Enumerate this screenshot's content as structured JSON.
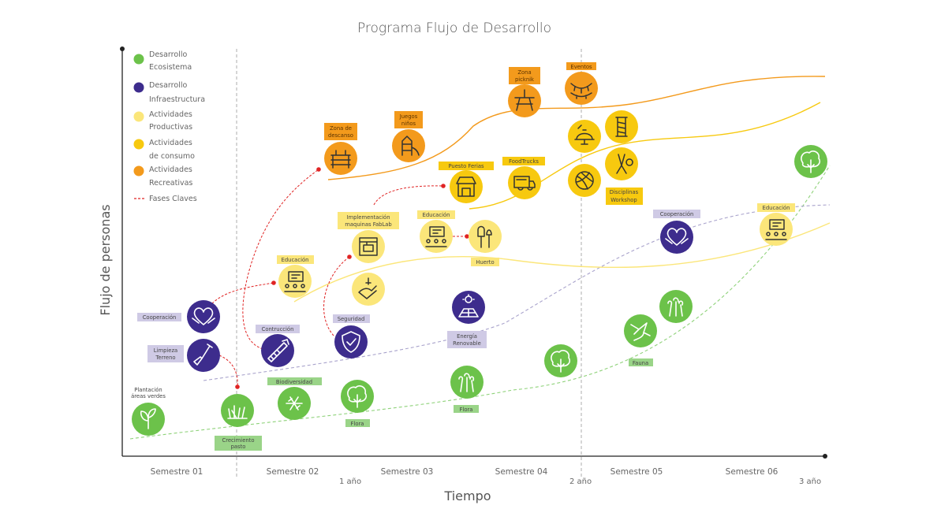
{
  "title": "Programa Flujo de Desarrollo",
  "y_axis_label": "Flujo de personas",
  "x_axis_label": "Tiempo",
  "semesters": [
    "Semestre 01",
    "Semestre 02",
    "Semestre 03",
    "Semestre 04",
    "Semestre 05",
    "Semestre 06"
  ],
  "years": [
    "1 año",
    "2 año",
    "3 año"
  ],
  "legend": [
    {
      "line1": "Desarrollo",
      "line2": "Ecosistema",
      "color": "#6cc24a"
    },
    {
      "line1": "Desarrollo",
      "line2": "Infraestructura",
      "color": "#3d2c8d"
    },
    {
      "line1": "Actividades",
      "line2": "Productivas",
      "color": "#fbe67a"
    },
    {
      "line1": "Actividades",
      "line2": "de consumo",
      "color": "#f7c90f"
    },
    {
      "line1": "Actividades",
      "line2": "Recreativas",
      "color": "#f39a1c"
    },
    {
      "line1": "Fases Claves",
      "line2": "",
      "color": "#e02424"
    }
  ],
  "labels": {
    "plantacion": [
      "Plantación",
      "áreas verdes"
    ],
    "crecimiento": [
      "Crecimiento",
      "pasto"
    ],
    "biodiversidad": [
      "Biodiversidad"
    ],
    "flora1": [
      "Flora"
    ],
    "flora2": [
      "Flora"
    ],
    "fauna": [
      "Fauna"
    ],
    "cooperacion1": [
      "Cooperación"
    ],
    "limpieza": [
      "Limpieza",
      "Terreno"
    ],
    "construccion": [
      "Contrucción"
    ],
    "seguridad": [
      "Seguridad"
    ],
    "energia": [
      "Energía",
      "Renovable"
    ],
    "cooperacion2": [
      "Cooperación"
    ],
    "educacion1": [
      "Educación"
    ],
    "implementacion": [
      "Implementación",
      "maquinas FabLab"
    ],
    "educacion2": [
      "Educación"
    ],
    "huerto": [
      "Huerto"
    ],
    "educacion3": [
      "Educación"
    ],
    "puesto": [
      "Puesto Ferias"
    ],
    "foodtrucks": [
      "FoodTrucks"
    ],
    "disciplinas": [
      "Disciplinas",
      "Workshop"
    ],
    "zona_descanso": [
      "Zona de",
      "descanso"
    ],
    "juegos": [
      "Juegos",
      "niños"
    ],
    "zona_picnic": [
      "Zona",
      "picknik"
    ],
    "eventos": [
      "Eventos"
    ]
  }
}
